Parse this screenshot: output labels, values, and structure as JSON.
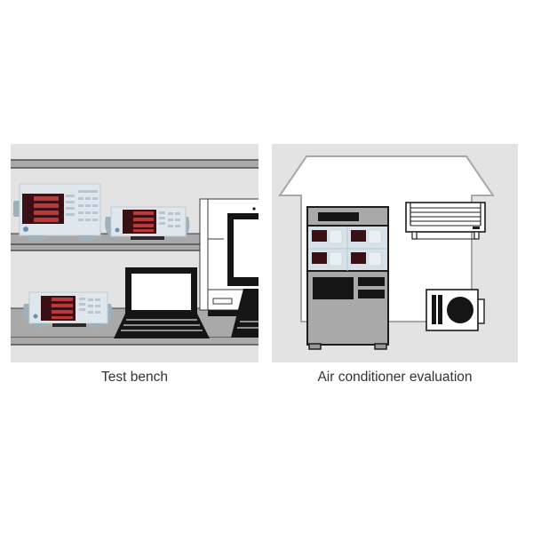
{
  "figure": {
    "panels": [
      {
        "id": "test-bench",
        "caption": "Test bench",
        "background": "#e3e3e3",
        "elements": [
          "upper-shelf",
          "lower-shelf",
          "power-meter-large",
          "power-meter-medium",
          "power-meter-small",
          "laptop",
          "desktop-pc"
        ]
      },
      {
        "id": "air-conditioner-evaluation",
        "caption": "Air conditioner evaluation",
        "background": "#e3e3e3",
        "elements": [
          "house-outline",
          "test-rack-cabinet",
          "rack-power-meter-1",
          "rack-power-meter-2",
          "rack-power-meter-3",
          "rack-power-meter-4",
          "indoor-ac-unit",
          "outdoor-ac-unit"
        ]
      }
    ]
  },
  "colors": {
    "panel_bg": "#e3e3e3",
    "shelf": "#a9a9a9",
    "shelf_line": "#3a3a3a",
    "device_black": "#151515",
    "meter_body": "#dfe6ec",
    "meter_display": "#3b1014",
    "meter_digit": "#b83a3a",
    "house_line": "#a8a8a8",
    "cabinet_gray": "#a9a9a9",
    "caption_text": "#333333"
  }
}
